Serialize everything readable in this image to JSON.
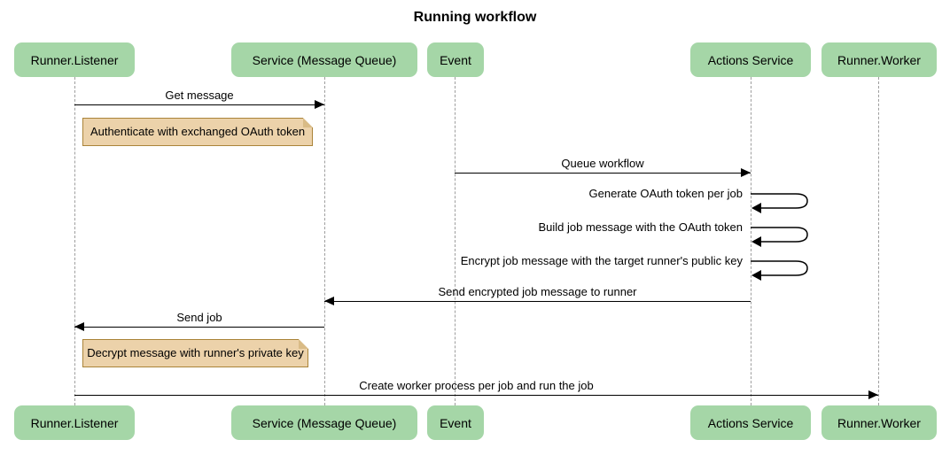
{
  "title": "Running workflow",
  "actors": [
    {
      "label": "Runner.Listener"
    },
    {
      "label": "Service (Message Queue)"
    },
    {
      "label": "Event"
    },
    {
      "label": "Actions Service"
    },
    {
      "label": "Runner.Worker"
    }
  ],
  "messages": [
    {
      "label": "Get message",
      "from": "Runner.Listener",
      "to": "Service (Message Queue)",
      "type": "arrow-right"
    },
    {
      "label": "Queue workflow",
      "from": "Event",
      "to": "Actions Service",
      "type": "arrow-right"
    },
    {
      "label": "Generate OAuth token per job",
      "from": "Actions Service",
      "to": "Actions Service",
      "type": "self"
    },
    {
      "label": "Build job message with the OAuth token",
      "from": "Actions Service",
      "to": "Actions Service",
      "type": "self"
    },
    {
      "label": "Encrypt job message with the target runner's public key",
      "from": "Actions Service",
      "to": "Actions Service",
      "type": "self"
    },
    {
      "label": "Send encrypted job message to runner",
      "from": "Actions Service",
      "to": "Service (Message Queue)",
      "type": "arrow-left"
    },
    {
      "label": "Send job",
      "from": "Service (Message Queue)",
      "to": "Runner.Listener",
      "type": "arrow-left"
    },
    {
      "label": "Create worker process per job and run the job",
      "from": "Runner.Listener",
      "to": "Runner.Worker",
      "type": "arrow-right"
    }
  ],
  "notes": [
    {
      "label": "Authenticate with exchanged OAuth token",
      "position": "right of Runner.Listener"
    },
    {
      "label": "Decrypt message with runner's private key",
      "position": "right of Runner.Listener"
    }
  ],
  "colors": {
    "actor_fill": "#a5d6a7",
    "note_fill": "#ecd2aa",
    "note_border": "#aa8439",
    "lifeline": "#9e9e9e",
    "arrow": "#000000",
    "background": "#ffffff"
  }
}
